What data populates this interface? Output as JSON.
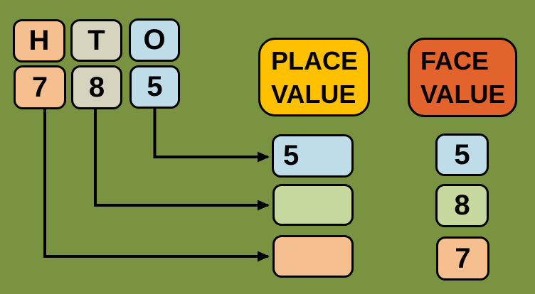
{
  "background_color": "#7A9340",
  "line_color": "#000000",
  "htu_grid": {
    "headers": [
      {
        "label": "H",
        "bg": "#F5BF90"
      },
      {
        "label": "T",
        "bg": "#D6D3BF"
      },
      {
        "label": "O",
        "bg": "#BFDDE9"
      }
    ],
    "digits": [
      {
        "value": "7",
        "bg": "#F5BF90"
      },
      {
        "value": "8",
        "bg": "#D6D3BF"
      },
      {
        "value": "5",
        "bg": "#BFDDE9"
      }
    ]
  },
  "place_value": {
    "title_line1": "PLACE",
    "title_line2": "VALUE",
    "header_bg": "#FFC000",
    "boxes": [
      {
        "value": "5",
        "bg": "#BFDDE9"
      },
      {
        "value": "",
        "bg": "#C6D89E"
      },
      {
        "value": "",
        "bg": "#F5BF90"
      }
    ]
  },
  "face_value": {
    "title_line1": "FACE",
    "title_line2": "VALUE",
    "header_bg": "#E2632C",
    "boxes": [
      {
        "value": "5",
        "bg": "#BFDDE9"
      },
      {
        "value": "8",
        "bg": "#C6D89E"
      },
      {
        "value": "7",
        "bg": "#F5BF90"
      }
    ]
  },
  "connectors": [
    {
      "from_digit": "5",
      "to": "place-value-box-1"
    },
    {
      "from_digit": "8",
      "to": "place-value-box-2"
    },
    {
      "from_digit": "7",
      "to": "place-value-box-3"
    }
  ]
}
